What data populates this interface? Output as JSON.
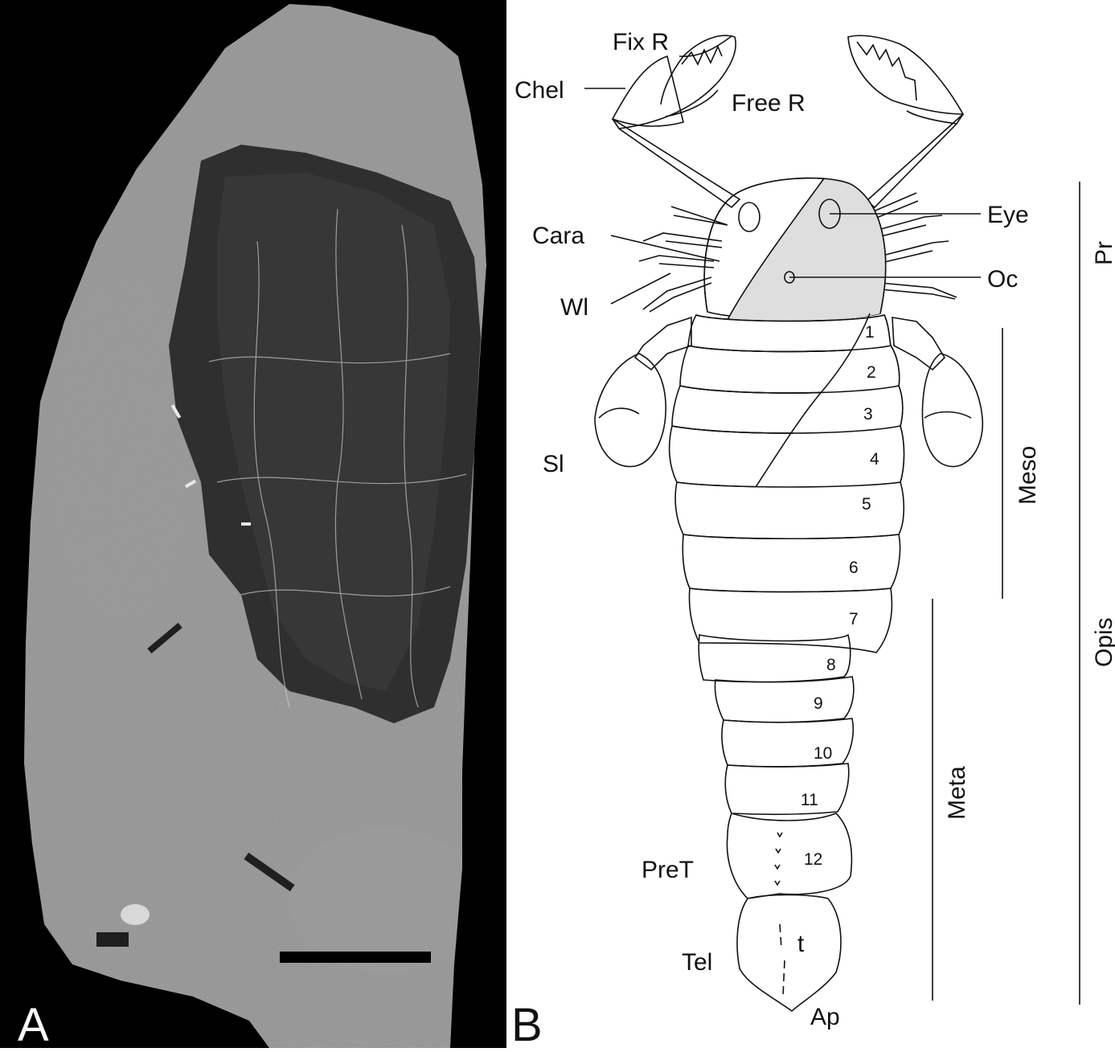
{
  "panel_a": {
    "letter": "A",
    "colors": {
      "background": "#000000",
      "rock": "#8a8a8a",
      "fossil": "#2e2e2e"
    }
  },
  "panel_b": {
    "letter": "B",
    "labels": {
      "fix_r": "Fix R",
      "chel": "Chel",
      "free_r": "Free R",
      "eye": "Eye",
      "cara": "Cara",
      "oc": "Oc",
      "wl": "Wl",
      "sl": "Sl",
      "pret": "PreT",
      "tel": "Tel",
      "t": "t",
      "ap": "Ap"
    },
    "regions": {
      "pr": "Pr",
      "meso": "Meso",
      "opis": "Opis",
      "meta": "Meta"
    },
    "segments": [
      "1",
      "2",
      "3",
      "4",
      "5",
      "6",
      "7",
      "8",
      "9",
      "10",
      "11",
      "12"
    ],
    "colors": {
      "preserved_shading": "#dedede",
      "line": "#111111"
    }
  }
}
